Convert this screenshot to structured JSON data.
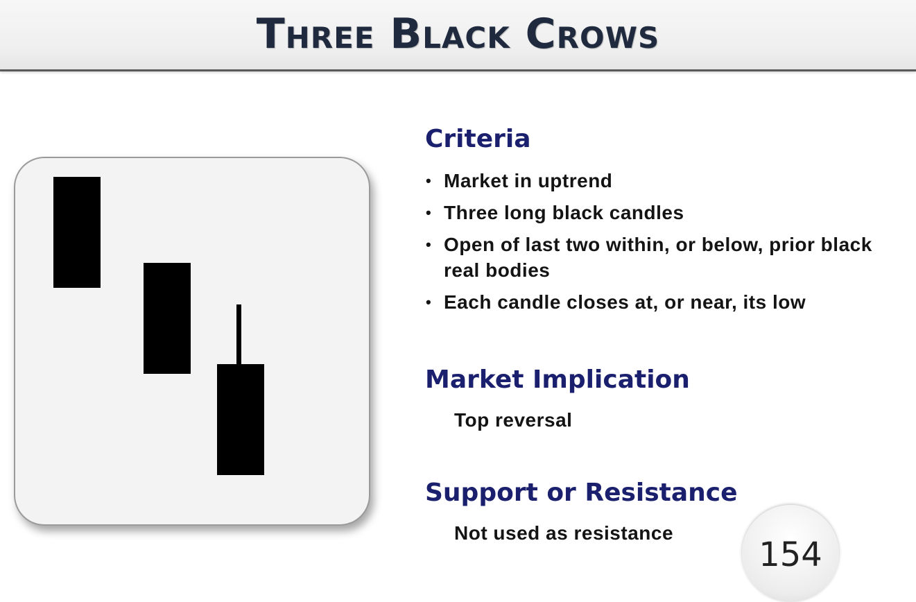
{
  "title": "Three Black Crows",
  "diagram": {
    "pattern": "three-black-crows",
    "candle_color": "#000000"
  },
  "criteria": {
    "heading": "Criteria",
    "items": [
      "Market in uptrend",
      "Three long black candles",
      "Open of last two within, or below, prior black  real bodies",
      "Each candle closes at, or near, its low"
    ]
  },
  "market_implication": {
    "heading": "Market Implication",
    "text": "Top reversal"
  },
  "support_resistance": {
    "heading": "Support or Resistance",
    "text": "Not used as resistance"
  },
  "page_number": "154",
  "colors": {
    "heading": "#1a1f6e",
    "title": "#1f2a3f",
    "text": "#141414"
  }
}
